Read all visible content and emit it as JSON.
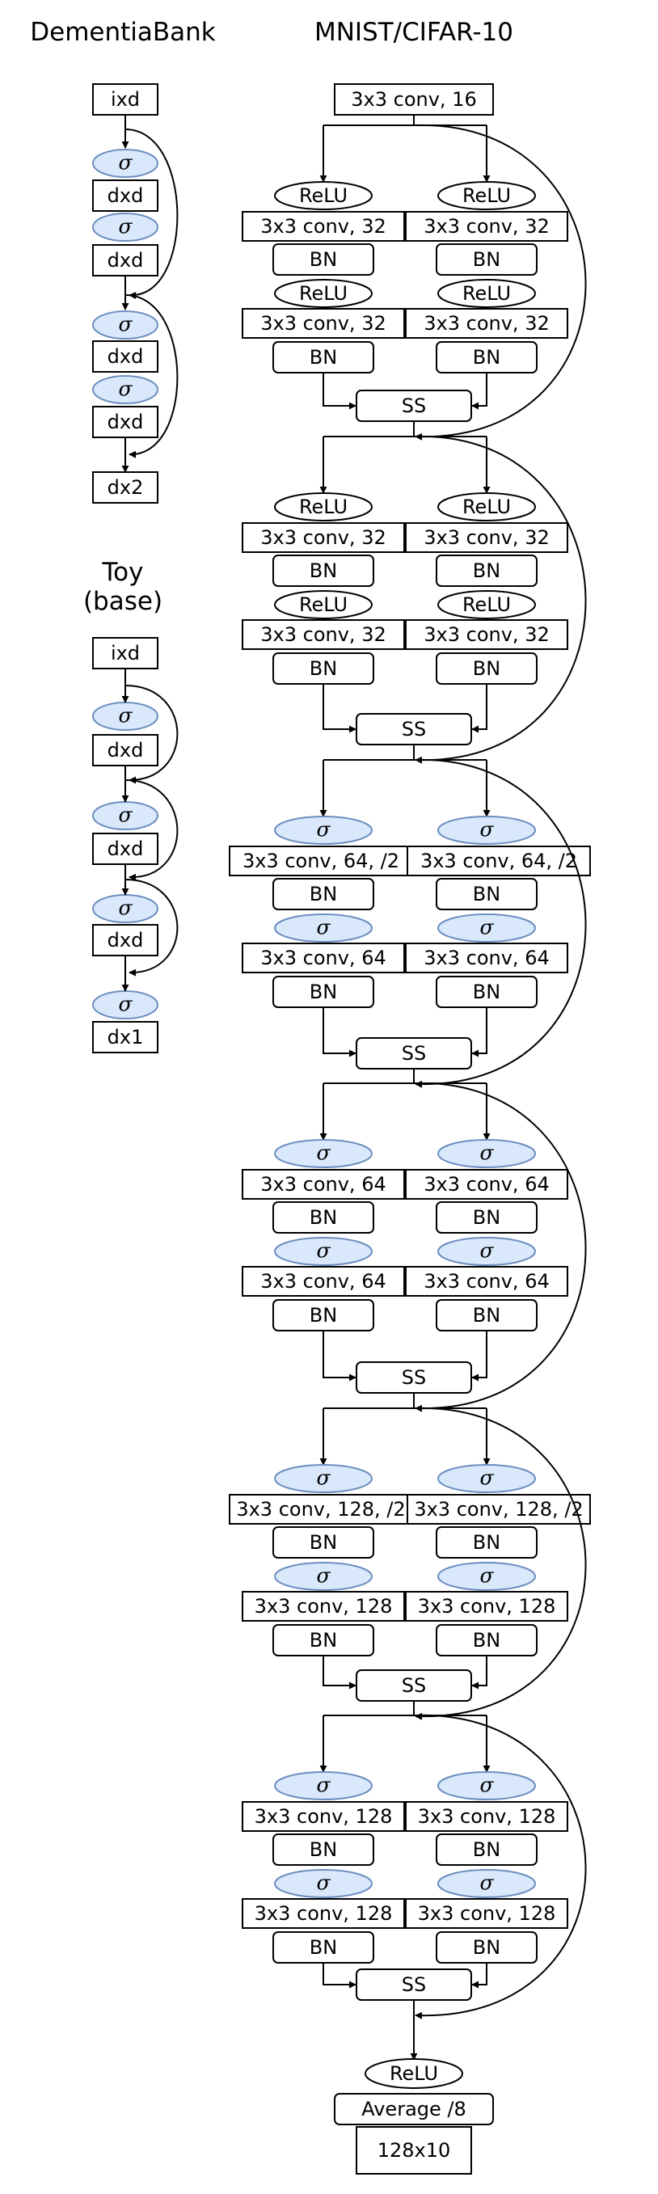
{
  "titles": {
    "dementiabank": "DementiaBank",
    "mnist_cifar": "MNIST/CIFAR-10",
    "toy_line1": "Toy",
    "toy_line2": "(base)"
  },
  "symbols": {
    "sigma": "σ",
    "relu": "ReLU",
    "bn": "BN",
    "ss": "SS"
  },
  "dementiabank": {
    "input": "ixd",
    "hidden": "dxd",
    "output": "dx2"
  },
  "toy": {
    "input": "ixd",
    "hidden": "dxd",
    "output": "dx1"
  },
  "mnist": {
    "stem": "3x3 conv, 16",
    "blocks": [
      {
        "act": "ReLU",
        "conv1": "3x3 conv, 32",
        "conv2": "3x3 conv, 32"
      },
      {
        "act": "ReLU",
        "conv1": "3x3 conv, 32",
        "conv2": "3x3 conv, 32"
      },
      {
        "act": "σ",
        "conv1": "3x3 conv, 64, /2",
        "conv2": "3x3 conv, 64"
      },
      {
        "act": "σ",
        "conv1": "3x3 conv, 64",
        "conv2": "3x3 conv, 64"
      },
      {
        "act": "σ",
        "conv1": "3x3 conv, 128, /2",
        "conv2": "3x3 conv, 128"
      },
      {
        "act": "σ",
        "conv1": "3x3 conv, 128",
        "conv2": "3x3 conv, 128"
      }
    ],
    "final_act": "ReLU",
    "pool": "Average /8",
    "fc": "128x10"
  }
}
